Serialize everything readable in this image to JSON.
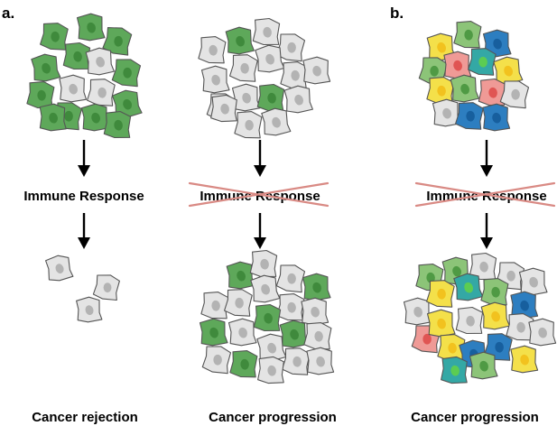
{
  "panels": [
    {
      "label": "a.",
      "columns": [
        {
          "steps": [
            {
              "text": "Immune Response",
              "crossed": false
            }
          ],
          "outcome": "Cancer rejection"
        },
        {
          "steps": [
            {
              "text": "Immune Response",
              "crossed": true
            }
          ],
          "outcome": "Cancer progression"
        }
      ]
    },
    {
      "label": "b.",
      "columns": [
        {
          "steps": [
            {
              "text": "Immune Response",
              "crossed": true
            }
          ],
          "outcome": "Cancer progression"
        }
      ]
    }
  ],
  "colors": {
    "green": "#5ea85a",
    "green_nucleus": "#3f8a3c",
    "gray": "#e4e4e4",
    "gray_nucleus": "#b3b3b3",
    "light_green": "#8cc478",
    "yellow": "#f4e04a",
    "teal": "#34a8a5",
    "blue": "#2d7ec0",
    "pink": "#ef9a96",
    "cross": "#d98a84"
  }
}
